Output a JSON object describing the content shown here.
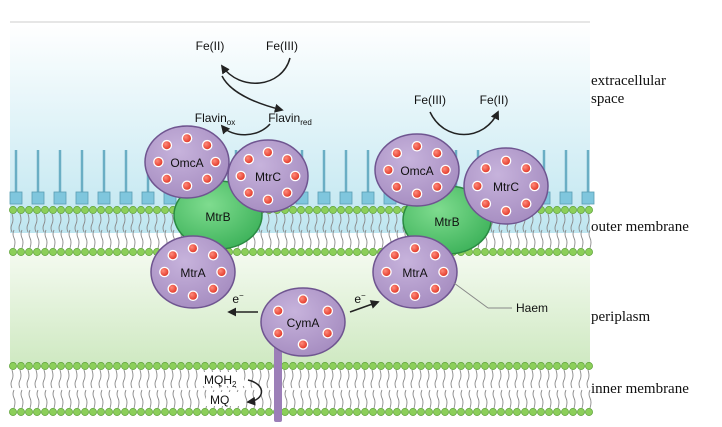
{
  "colors": {
    "extracellular_top": "#ffffff",
    "extracellular_bottom": "#bfe6f0",
    "periplasm_top": "#f4faf0",
    "periplasm_bottom": "#cfe9c2",
    "lipid_head": "#8ccf5a",
    "lps": "#7fc6dd",
    "protein_purple": "#a58cc0",
    "protein_stroke": "#6f5590",
    "haem_red": "#e23a2a",
    "mtrb_green": "#3db25a",
    "cyma_stalk": "#9c7fb8"
  },
  "icons": {
    "cyclic_arrow": "curved-arrow-icon",
    "electron_arrow": "straight-arrow-icon"
  },
  "regions": {
    "extracellular": "extracellular\nspace",
    "outer_membrane": "outer membrane",
    "periplasm": "periplasm",
    "inner_membrane": "inner membrane"
  },
  "proteins": {
    "omca": "OmcA",
    "mtrc": "MtrC",
    "mtrb": "MtrB",
    "mtra": "MtrA",
    "cyma": "CymA"
  },
  "molecules": {
    "fe2": "Fe(II)",
    "fe3": "Fe(III)",
    "flavin": "Flavin",
    "flavin_ox_sub": "ox",
    "flavin_red_sub": "red",
    "mq": "MQ",
    "mqh_base": "MQH",
    "mqh_sub": "2"
  },
  "labels": {
    "electron": "e",
    "electron_sup": "−",
    "haem": "Haem"
  }
}
